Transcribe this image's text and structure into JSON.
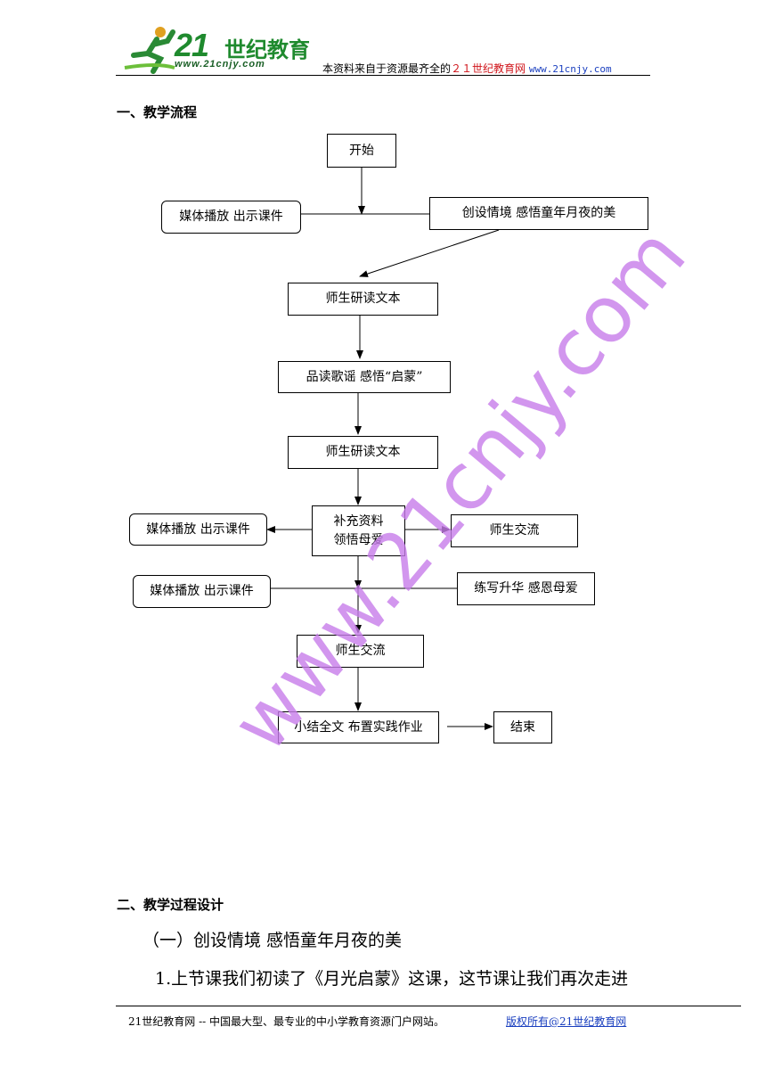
{
  "header": {
    "logo_number": "21",
    "logo_chinese": "世纪教育",
    "logo_url": "www.21cnjy.com",
    "notice_prefix": "本资料来自于资源最齐全的",
    "notice_site": "２１世纪教育网",
    "notice_url": "www.21cnjy.com"
  },
  "section1_title": "一、教学流程",
  "flowchart": {
    "start": "开始",
    "media1": "媒体播放  出示课件",
    "scene": "创设情境   感悟童年月夜的美",
    "study1": "师生研读文本",
    "ballad": "品读歌谣   感悟“启蒙”",
    "study2": "师生研读文本",
    "supplement_line1": "补充资料",
    "supplement_line2": "领悟母爱",
    "media2": "媒体播放  出示课件",
    "exchange1": "师生交流",
    "media3": "媒体播放  出示课件",
    "practice": "练写升华  感恩母爱",
    "exchange2": "师生交流",
    "summary": "小结全文  布置实践作业",
    "end": "结束"
  },
  "watermark": "www.21cnjy.com",
  "section2_title": "二、教学过程设计",
  "subsection1": "（一）创设情境   感悟童年月夜的美",
  "paragraph1": "1.上节课我们初读了《月光启蒙》这课，这节课让我们再次走进",
  "footer": {
    "text": "21世纪教育网 -- 中国最大型、最专业的中小学教育资源门户网站。",
    "link": "版权所有@21世纪教育网"
  },
  "colors": {
    "logo_green": "#1f8a2e",
    "header_red": "#d0141a",
    "link_blue": "#1a3fbf",
    "watermark_purple": "#c77dea"
  }
}
